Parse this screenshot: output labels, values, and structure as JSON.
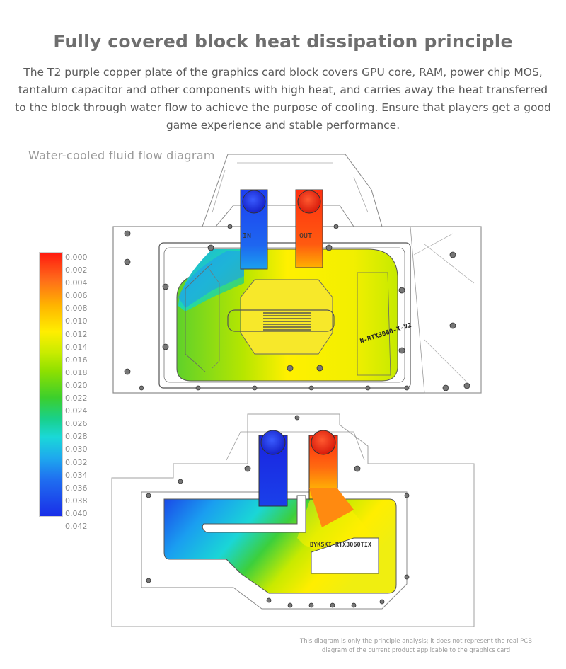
{
  "title": "Fully covered block heat dissipation principle",
  "description": "The T2 purple copper plate of the graphics card block covers GPU core, RAM, power chip MOS, tantalum capacitor and other components with high heat, and carries away the heat transferred to the block through water flow to achieve the purpose of cooling. Ensure that players get a good game experience and stable performance.",
  "subtitle": "Water-cooled fluid flow diagram",
  "legend": [
    "0.000",
    "0.002",
    "0.004",
    "0.006",
    "0.008",
    "0.010",
    "0.012",
    "0.014",
    "0.016",
    "0.018",
    "0.020",
    "0.022",
    "0.024",
    "0.026",
    "0.028",
    "0.030",
    "0.032",
    "0.034",
    "0.036",
    "0.038",
    "0.040",
    "0.042"
  ],
  "top_block": {
    "in_label": "IN",
    "out_label": "OUT",
    "model_label": "N-RTX3060-X-V2"
  },
  "bottom_block": {
    "model_label": "BYKSKI-RTX3060TIX"
  },
  "note": [
    "This diagram is only the principle analysis; it does not represent the real PCB",
    "diagram of the current product applicable to the graphics card"
  ],
  "colors": {
    "hot": "#ff3a10",
    "cold": "#1a30e0",
    "warm": "#ffe600",
    "mid": "#6fd02a"
  }
}
